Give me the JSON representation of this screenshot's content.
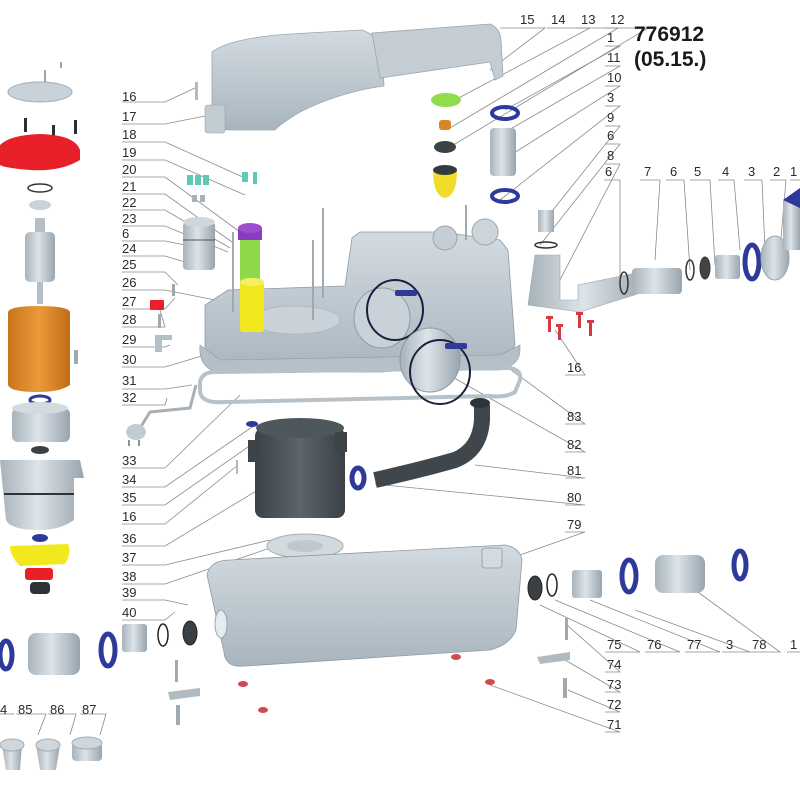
{
  "header": {
    "part_number": "776912",
    "revision": "(05.15.)"
  },
  "colors": {
    "housing": "#b9c4cc",
    "housing_dark": "#8d9aa4",
    "red_cap": "#e8202a",
    "orange_motor": "#e08a2c",
    "yellow": "#f2e81e",
    "green": "#8ed94a",
    "purple": "#8a3bc2",
    "teal": "#5fc9b5",
    "clamp_blue": "#2e3a9a",
    "dark_grey": "#4b5459",
    "leader": "#8a8a8a"
  },
  "callouts": {
    "top_right": [
      "15",
      "14",
      "13",
      "12",
      "1",
      "11",
      "10",
      "3",
      "9",
      "6",
      "8"
    ],
    "right_row": [
      "6",
      "7",
      "6",
      "5",
      "4",
      "3",
      "2",
      "1"
    ],
    "left_column_upper": [
      "16",
      "17",
      "18",
      "19",
      "20",
      "21",
      "22",
      "23",
      "6",
      "24",
      "25",
      "26",
      "27",
      "28",
      "29",
      "30",
      "31",
      "32"
    ],
    "left_column_lower": [
      "33",
      "34",
      "35",
      "16",
      "36",
      "37",
      "38",
      "39",
      "40"
    ],
    "right_column": [
      "16",
      "83",
      "82",
      "81",
      "80",
      "79"
    ],
    "bottom_row": [
      "75",
      "76",
      "77",
      "3",
      "78",
      "1"
    ],
    "bottom_right_column": [
      "74",
      "73",
      "72",
      "71"
    ],
    "bottom_left_row": [
      "4",
      "85",
      "86",
      "87"
    ]
  }
}
